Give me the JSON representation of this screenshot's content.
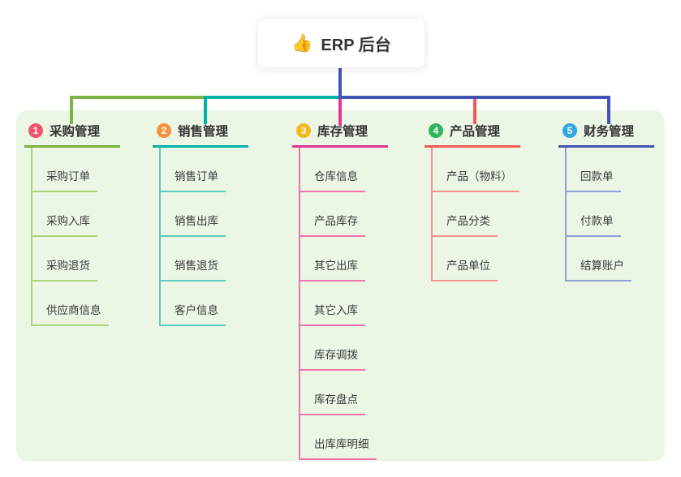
{
  "root": {
    "icon": "👍",
    "title": "ERP 后台"
  },
  "canvas": {
    "panel_bg": "#EBF6E5",
    "root_connector_color": "#4254B5"
  },
  "branches": [
    {
      "num": "1",
      "label": "采购管理",
      "badge_color": "#F2556B",
      "line_color": "#7CB342",
      "child_line_color": "#ABD379",
      "children": [
        "采购订单",
        "采购入库",
        "采购退货",
        "供应商信息"
      ]
    },
    {
      "num": "2",
      "label": "销售管理",
      "badge_color": "#F6923E",
      "line_color": "#00B3A9",
      "child_line_color": "#5FC9BE",
      "children": [
        "销售订单",
        "销售出库",
        "销售退货",
        "客户信息"
      ]
    },
    {
      "num": "3",
      "label": "库存管理",
      "badge_color": "#F7B71C",
      "line_color": "#E23895",
      "child_line_color": "#F072AE",
      "children": [
        "仓库信息",
        "产品库存",
        "其它出库",
        "其它入库",
        "库存调拨",
        "库存盘点",
        "出库库明细"
      ]
    },
    {
      "num": "4",
      "label": "产品管理",
      "badge_color": "#2FB45C",
      "line_color": "#F15B55",
      "child_line_color": "#F5928D",
      "children": [
        "产品（物料）",
        "产品分类",
        "产品单位"
      ]
    },
    {
      "num": "5",
      "label": "财务管理",
      "badge_color": "#2FA7DF",
      "line_color": "#4254B5",
      "child_line_color": "#8F9FD9",
      "children": [
        "回款单",
        "付款单",
        "结算账户"
      ]
    }
  ]
}
